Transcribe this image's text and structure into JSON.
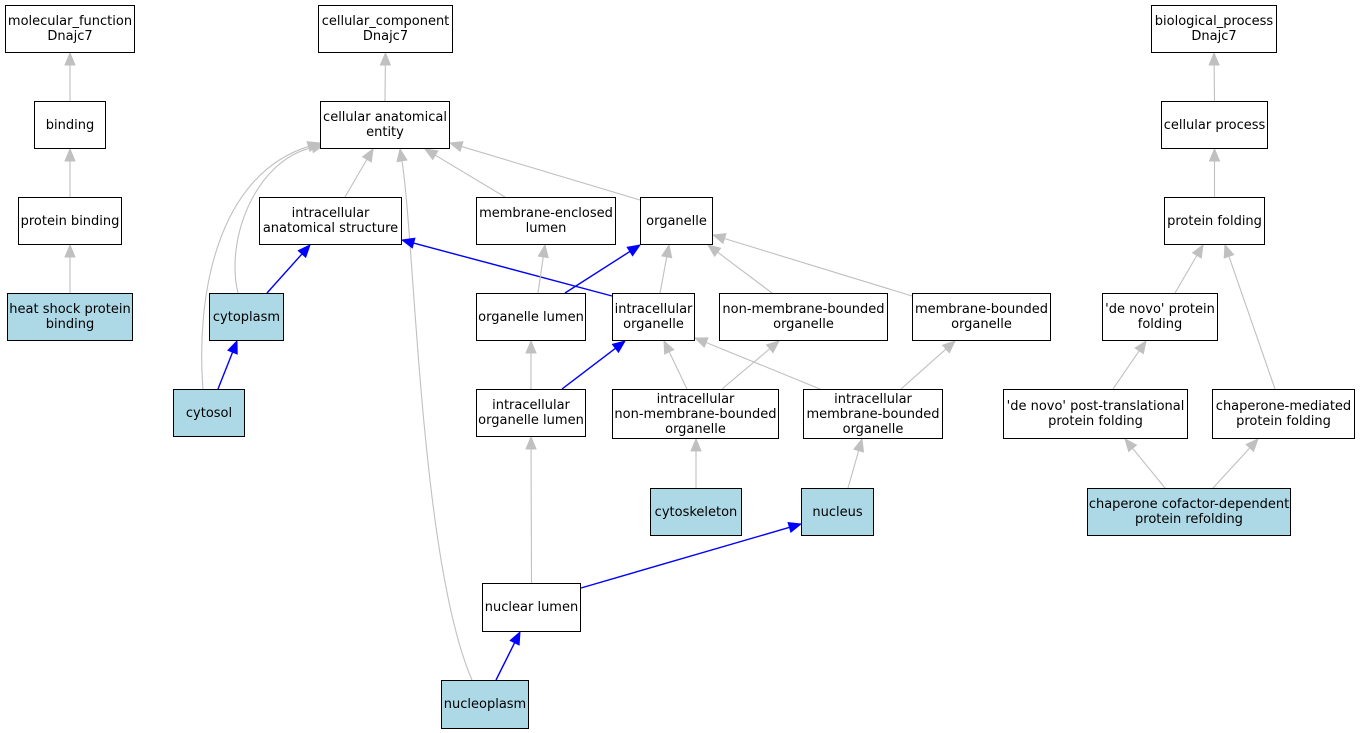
{
  "colors": {
    "edge_gray": "#c0c0c0",
    "edge_blue": "#0000ff",
    "highlight": "#add8e6",
    "node_bg": "#ffffff"
  },
  "nodes": {
    "mf_root": {
      "label": "molecular_function\nDnajc7",
      "highlighted": false
    },
    "binding": {
      "label": "binding",
      "highlighted": false
    },
    "protein_binding": {
      "label": "protein binding",
      "highlighted": false
    },
    "hsp_binding": {
      "label": "heat shock protein\nbinding",
      "highlighted": true
    },
    "cc_root": {
      "label": "cellular_component\nDnajc7",
      "highlighted": false
    },
    "cae": {
      "label": "cellular anatomical\nentity",
      "highlighted": false
    },
    "ias": {
      "label": "intracellular\nanatomical structure",
      "highlighted": false
    },
    "mel": {
      "label": "membrane-enclosed\nlumen",
      "highlighted": false
    },
    "organelle": {
      "label": "organelle",
      "highlighted": false
    },
    "cytoplasm": {
      "label": "cytoplasm",
      "highlighted": true
    },
    "cytosol": {
      "label": "cytosol",
      "highlighted": true
    },
    "org_lumen": {
      "label": "organelle lumen",
      "highlighted": false
    },
    "ic_org": {
      "label": "intracellular\norganelle",
      "highlighted": false
    },
    "nmbo": {
      "label": "non-membrane-bounded\norganelle",
      "highlighted": false
    },
    "mbo": {
      "label": "membrane-bounded\norganelle",
      "highlighted": false
    },
    "ic_org_lumen": {
      "label": "intracellular\norganelle lumen",
      "highlighted": false
    },
    "ic_nmbo": {
      "label": "intracellular\nnon-membrane-bounded\norganelle",
      "highlighted": false
    },
    "ic_mbo": {
      "label": "intracellular\nmembrane-bounded\norganelle",
      "highlighted": false
    },
    "cytoskeleton": {
      "label": "cytoskeleton",
      "highlighted": true
    },
    "nucleus": {
      "label": "nucleus",
      "highlighted": true
    },
    "nuclear_lumen": {
      "label": "nuclear lumen",
      "highlighted": false
    },
    "nucleoplasm": {
      "label": "nucleoplasm",
      "highlighted": true
    },
    "bp_root": {
      "label": "biological_process\nDnajc7",
      "highlighted": false
    },
    "cell_proc": {
      "label": "cellular process",
      "highlighted": false
    },
    "prot_fold": {
      "label": "protein folding",
      "highlighted": false
    },
    "denovo_fold": {
      "label": "'de novo' protein\nfolding",
      "highlighted": false
    },
    "denovo_ptf": {
      "label": "'de novo' post-translational\nprotein folding",
      "highlighted": false
    },
    "chap_fold": {
      "label": "chaperone-mediated\nprotein folding",
      "highlighted": false
    },
    "chap_refold": {
      "label": "chaperone cofactor-dependent\nprotein refolding",
      "highlighted": true
    }
  },
  "edges": [
    {
      "from": "binding",
      "to": "mf_root",
      "color": "gray"
    },
    {
      "from": "protein_binding",
      "to": "binding",
      "color": "gray"
    },
    {
      "from": "hsp_binding",
      "to": "protein_binding",
      "color": "gray"
    },
    {
      "from": "cae",
      "to": "cc_root",
      "color": "gray"
    },
    {
      "from": "ias",
      "to": "cae",
      "color": "gray"
    },
    {
      "from": "mel",
      "to": "cae",
      "color": "gray"
    },
    {
      "from": "organelle",
      "to": "cae",
      "color": "gray"
    },
    {
      "from": "cytoplasm",
      "to": "cae",
      "color": "gray"
    },
    {
      "from": "cytosol",
      "to": "cae",
      "color": "gray"
    },
    {
      "from": "nucleoplasm",
      "to": "cae",
      "color": "gray"
    },
    {
      "from": "cytoplasm",
      "to": "ias",
      "color": "blue"
    },
    {
      "from": "cytosol",
      "to": "cytoplasm",
      "color": "blue"
    },
    {
      "from": "ic_org",
      "to": "ias",
      "color": "blue"
    },
    {
      "from": "org_lumen",
      "to": "mel",
      "color": "gray"
    },
    {
      "from": "org_lumen",
      "to": "organelle",
      "color": "blue"
    },
    {
      "from": "ic_org",
      "to": "organelle",
      "color": "gray"
    },
    {
      "from": "nmbo",
      "to": "organelle",
      "color": "gray"
    },
    {
      "from": "mbo",
      "to": "organelle",
      "color": "gray"
    },
    {
      "from": "ic_org_lumen",
      "to": "org_lumen",
      "color": "gray"
    },
    {
      "from": "ic_org_lumen",
      "to": "ic_org",
      "color": "blue"
    },
    {
      "from": "ic_nmbo",
      "to": "ic_org",
      "color": "gray"
    },
    {
      "from": "ic_nmbo",
      "to": "nmbo",
      "color": "gray"
    },
    {
      "from": "ic_mbo",
      "to": "ic_org",
      "color": "gray"
    },
    {
      "from": "ic_mbo",
      "to": "mbo",
      "color": "gray"
    },
    {
      "from": "cytoskeleton",
      "to": "ic_nmbo",
      "color": "gray"
    },
    {
      "from": "nucleus",
      "to": "ic_mbo",
      "color": "gray"
    },
    {
      "from": "nuclear_lumen",
      "to": "ic_org_lumen",
      "color": "gray"
    },
    {
      "from": "nuclear_lumen",
      "to": "nucleus",
      "color": "blue"
    },
    {
      "from": "nucleoplasm",
      "to": "nuclear_lumen",
      "color": "blue"
    },
    {
      "from": "cell_proc",
      "to": "bp_root",
      "color": "gray"
    },
    {
      "from": "prot_fold",
      "to": "cell_proc",
      "color": "gray"
    },
    {
      "from": "denovo_fold",
      "to": "prot_fold",
      "color": "gray"
    },
    {
      "from": "chap_fold",
      "to": "prot_fold",
      "color": "gray"
    },
    {
      "from": "denovo_ptf",
      "to": "denovo_fold",
      "color": "gray"
    },
    {
      "from": "chap_refold",
      "to": "denovo_ptf",
      "color": "gray"
    },
    {
      "from": "chap_refold",
      "to": "chap_fold",
      "color": "gray"
    }
  ]
}
